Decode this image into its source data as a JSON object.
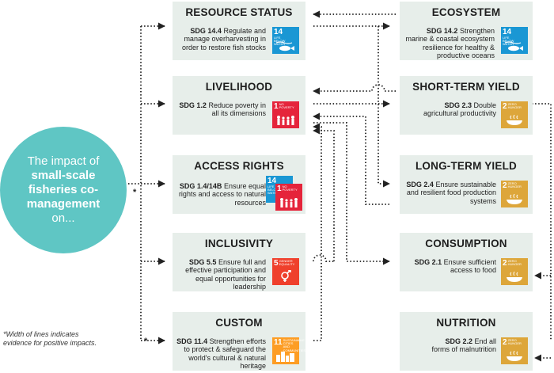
{
  "hub": {
    "line1": "The impact of",
    "line2": "small-scale",
    "line3": "fisheries co-management",
    "line4": "on..."
  },
  "asterisk": "*",
  "footnote": "*Width of lines indicates evidence for positive impacts.",
  "boxes": {
    "resource_status": {
      "title": "RESOURCE STATUS",
      "code": "SDG 14.4",
      "text": "Regulate and manage overharvesting in order to restore fish stocks"
    },
    "livelihood": {
      "title": "LIVELIHOOD",
      "code": "SDG 1.2",
      "text": "Reduce poverty in all its dimensions"
    },
    "access_rights": {
      "title": "ACCESS RIGHTS",
      "code": "SDG 1.4/14B",
      "text": "Ensure equal rights and access to natural resources"
    },
    "inclusivity": {
      "title": "INCLUSIVITY",
      "code": "SDG 5.5",
      "text": "Ensure full and effective participation and equal opportunities for leadership"
    },
    "custom": {
      "title": "CUSTOM",
      "code": "SDG 11.4",
      "text": "Strengthen efforts to protect & safeguard the world's cultural & natural heritage"
    },
    "ecosystem": {
      "title": "ECOSYSTEM",
      "code": "SDG 14.2",
      "text": "Strengthen marine & coastal ecosystem resilience for healthy & productive oceans"
    },
    "short_term_yield": {
      "title": "SHORT-TERM YIELD",
      "code": "SDG 2.3",
      "text": "Double agricultural productivity"
    },
    "long_term_yield": {
      "title": "LONG-TERM YIELD",
      "code": "SDG 2.4",
      "text": "Ensure sustainable and resilient food production systems"
    },
    "consumption": {
      "title": "CONSUMPTION",
      "code": "SDG 2.1",
      "text": "Ensure sufficient access to food"
    },
    "nutrition": {
      "title": "NUTRITION",
      "code": "SDG 2.2",
      "text": "End all forms of malnutrition"
    }
  },
  "sdg_icons": {
    "life_below_water": {
      "num": "14",
      "label": "LIFE BELOW WATER",
      "color": "#1a97d4",
      "icon": "fish-icon"
    },
    "no_poverty": {
      "num": "1",
      "label": "NO POVERTY",
      "color": "#e5243b",
      "icon": "family-icon"
    },
    "zero_hunger": {
      "num": "2",
      "label": "ZERO HUNGER",
      "color": "#dda63a",
      "icon": "bowl-icon"
    },
    "gender_equality": {
      "num": "5",
      "label": "GENDER EQUALITY",
      "color": "#ef402c",
      "icon": "gender-icon"
    },
    "sustainable_cities": {
      "num": "11",
      "label": "SUSTAINABLE CITIES AND COMMUNITIES",
      "color": "#fd9d24",
      "icon": "buildings-icon"
    }
  },
  "colors": {
    "hub": "#5fc6c4",
    "box": "#e7eeea",
    "connector": "#222222"
  }
}
